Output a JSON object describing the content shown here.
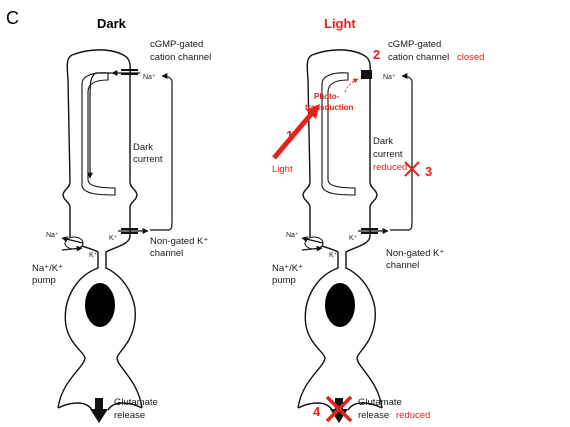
{
  "panel_letter": "C",
  "colors": {
    "red": "#e3231b",
    "black": "#111111"
  },
  "dark": {
    "title": "Dark",
    "cgmp_label_1": "cGMP-gated",
    "cgmp_label_2": "cation channel",
    "na_top": "Na⁺",
    "dark_current_1": "Dark",
    "dark_current_2": "current",
    "na_pump_side": "Na⁺",
    "k_inside": "K⁺",
    "k_side": "K⁺",
    "nongated_1": "Non-gated K⁺",
    "nongated_2": "channel",
    "pump_1": "Na⁺/K⁺",
    "pump_2": "pump",
    "glutamate_1": "Glutamate",
    "glutamate_2": "release"
  },
  "light": {
    "title": "Light",
    "step_1": "1",
    "step_2": "2",
    "step_3": "3",
    "step_4": "4",
    "light_label": "Light",
    "phototransduction_1": "Photo-",
    "phototransduction_2": "transduction",
    "cgmp_label_1": "cGMP-gated",
    "cgmp_label_2": "cation channel",
    "closed": "closed",
    "na_top": "Na⁺",
    "dark_current_1": "Dark",
    "dark_current_2": "current",
    "reduced": "reduced",
    "na_pump_side": "Na⁺",
    "k_inside": "K⁺",
    "k_side": "K⁺",
    "nongated_1": "Non-gated K⁺",
    "nongated_2": "channel",
    "pump_1": "Na⁺/K⁺",
    "pump_2": "pump",
    "glutamate_1": "Glutamate",
    "glutamate_2": "release",
    "glutamate_reduced": "reduced"
  }
}
